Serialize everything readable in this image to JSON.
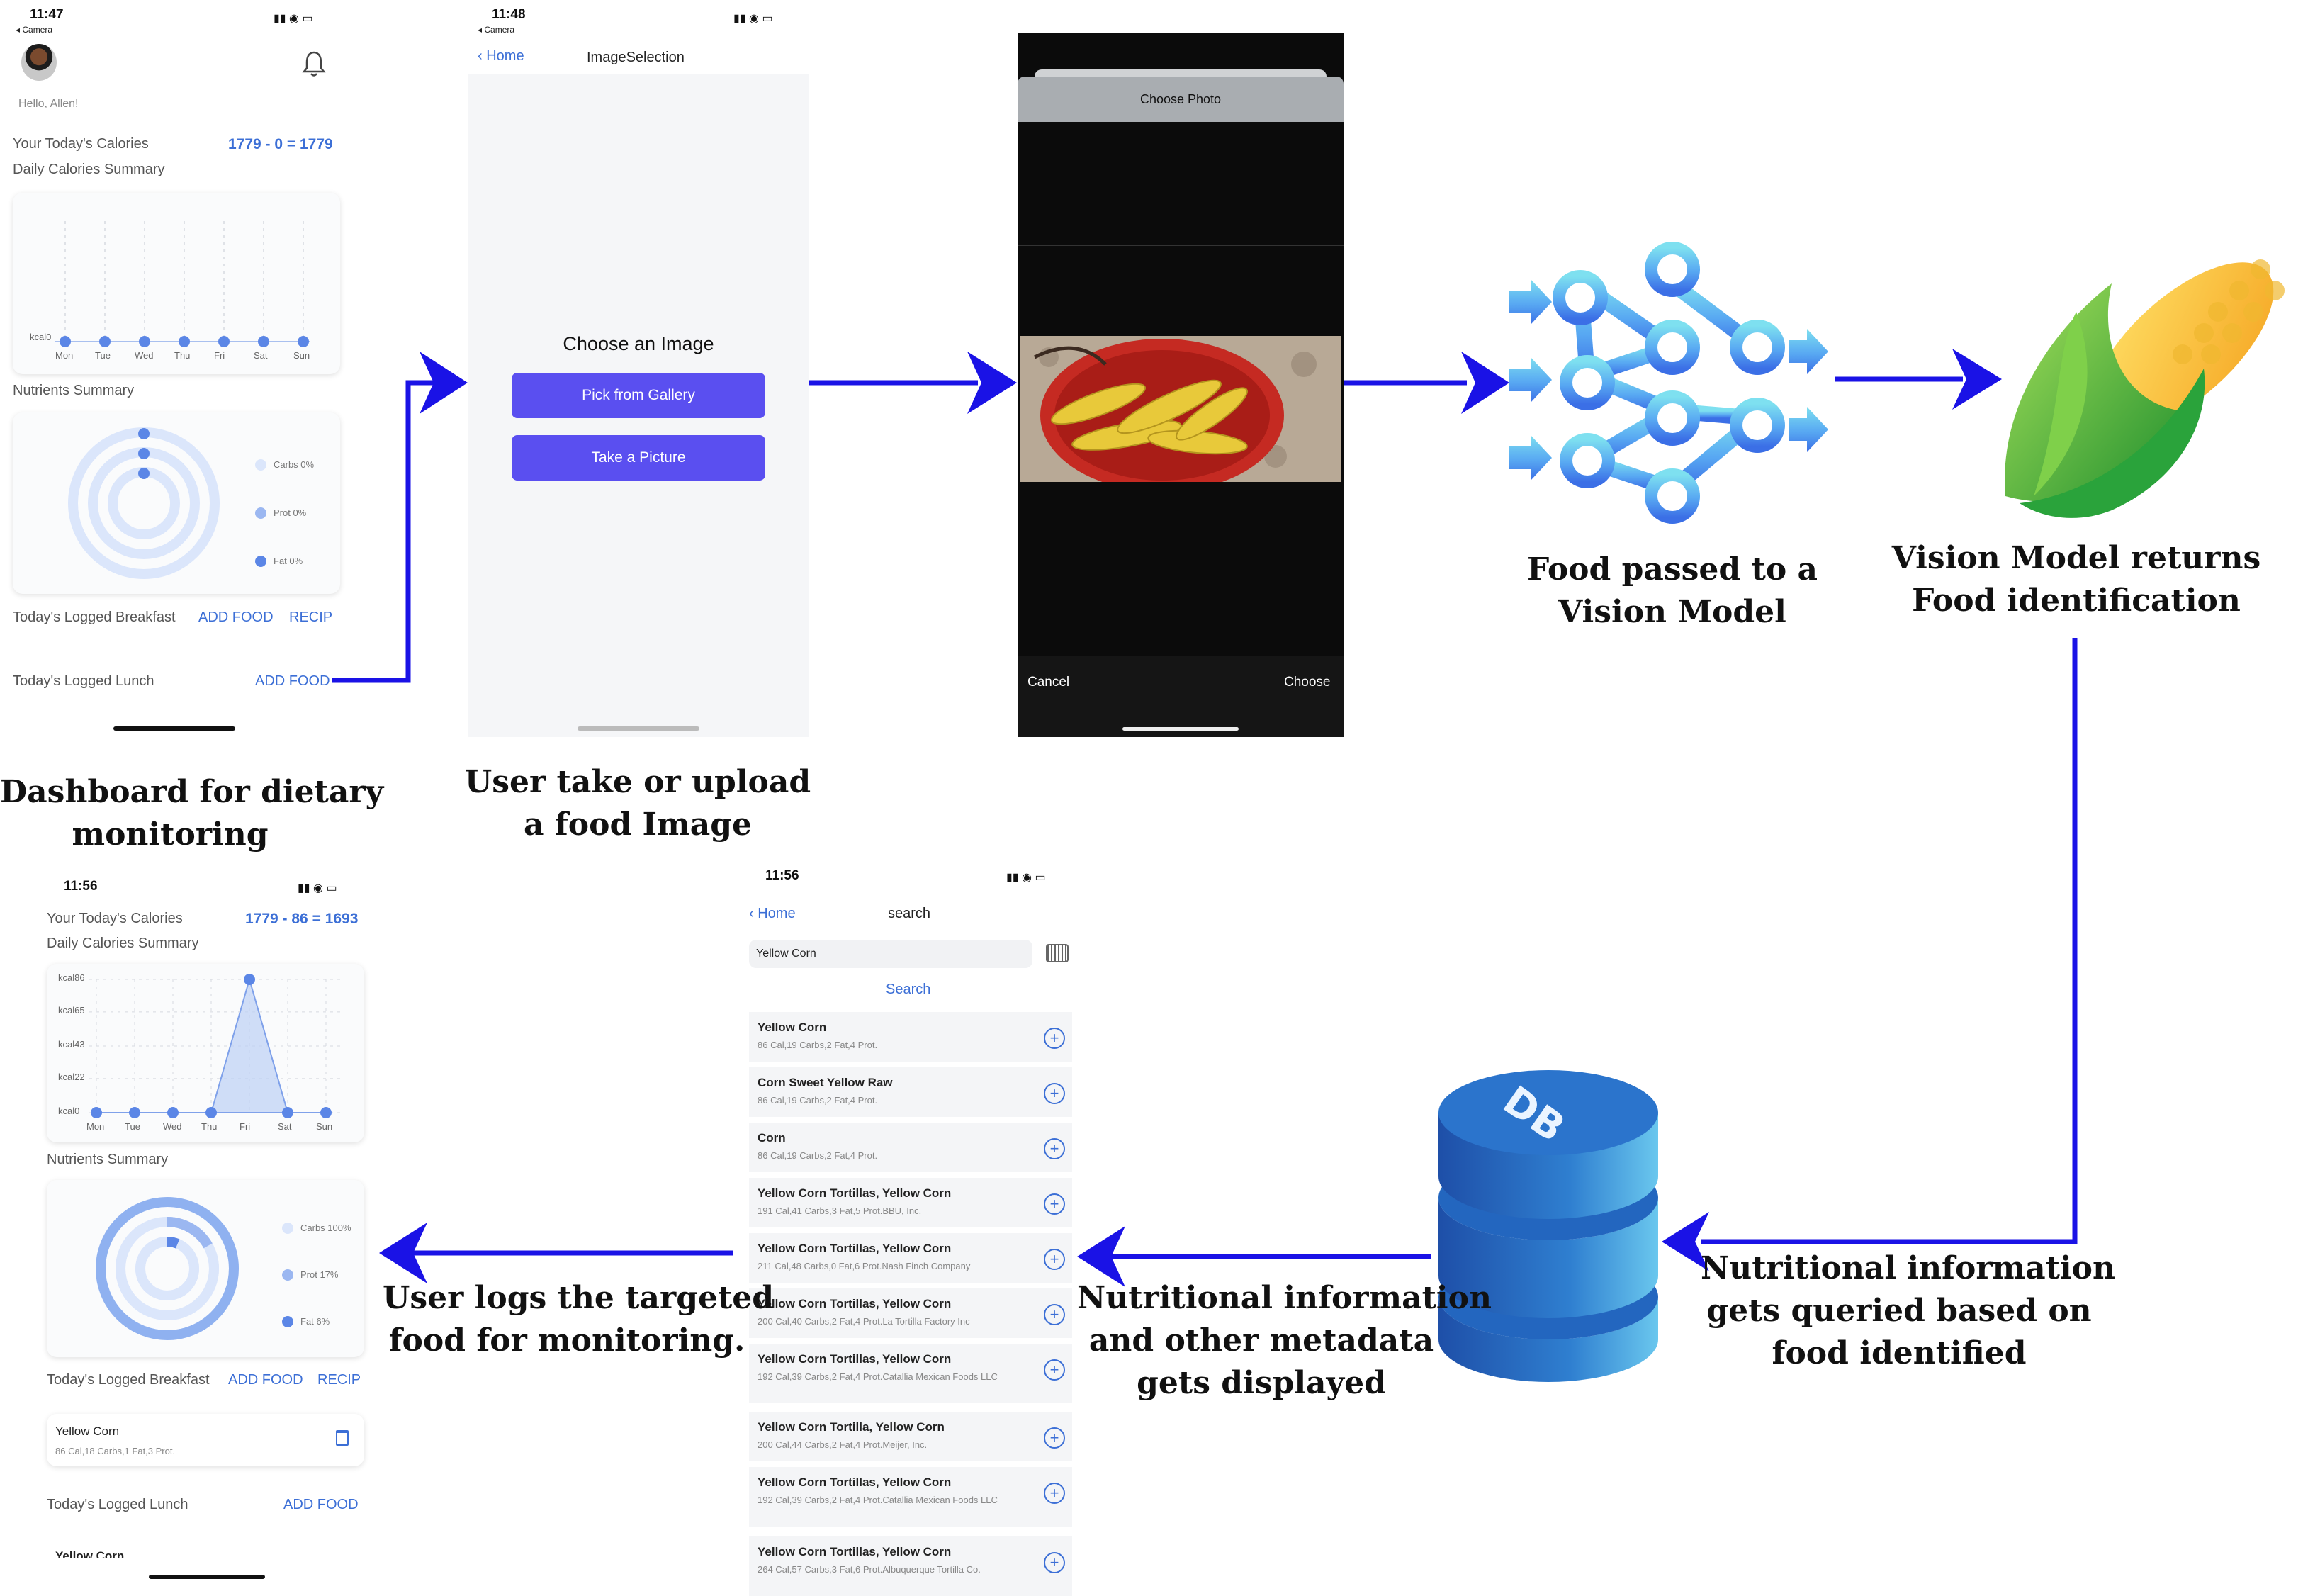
{
  "colors": {
    "arrow": "#1a12e6",
    "accent": "#3c6fd6",
    "button": "#5a4ff0",
    "ring": "#8fb1f0"
  },
  "captions": {
    "dashboard": [
      "Dashboard for dietary",
      "monitoring"
    ],
    "upload": [
      "User take or upload",
      "a food Image"
    ],
    "vision_model": [
      "Food passed to a",
      "Vision Model"
    ],
    "vision_returns": [
      "Vision Model returns",
      "Food identification"
    ],
    "queried": [
      "Nutritional information",
      "gets queried based on",
      "food identified"
    ],
    "displayed": [
      "Nutritional information",
      "and other metadata",
      "gets displayed"
    ],
    "logs": [
      "User logs the targeted",
      "food for monitoring."
    ]
  },
  "dashboard1": {
    "time": "11:47",
    "back": "◂ Camera",
    "bell_icon": "bell-icon",
    "greeting": "Hello, Allen!",
    "calories_label": "Your Today's Calories",
    "calories_value": "1779 - 0 = 1779",
    "summary_label": "Daily Calories Summary",
    "y_tick": "kcal0",
    "days": [
      "Mon",
      "Tue",
      "Wed",
      "Thu",
      "Fri",
      "Sat",
      "Sun"
    ],
    "nutrients_label": "Nutrients Summary",
    "legend": [
      "Carbs 0%",
      "Prot 0%",
      "Fat 0%"
    ],
    "breakfast_label": "Today's Logged Breakfast",
    "add_food": "ADD FOOD",
    "recipe": "RECIP",
    "lunch_label": "Today's Logged Lunch"
  },
  "image_selection": {
    "time": "11:48",
    "back": "◂ Camera",
    "nav_back": "Home",
    "nav_title": "ImageSelection",
    "heading": "Choose an Image",
    "gallery_button": "Pick from Gallery",
    "camera_button": "Take a Picture"
  },
  "photo_picker": {
    "title": "Choose Photo",
    "cancel": "Cancel",
    "choose": "Choose"
  },
  "db_label": "DB",
  "search_screen": {
    "time": "11:56",
    "nav_back": "Home",
    "nav_title": "search",
    "query": "Yellow Corn",
    "search_button": "Search",
    "results": [
      {
        "title": "Yellow Corn",
        "sub": "86 Cal,19 Carbs,2 Fat,4 Prot."
      },
      {
        "title": "Corn Sweet Yellow Raw",
        "sub": "86 Cal,19 Carbs,2 Fat,4 Prot."
      },
      {
        "title": "Corn",
        "sub": "86 Cal,19 Carbs,2 Fat,4 Prot."
      },
      {
        "title": "Yellow Corn Tortillas, Yellow Corn",
        "sub": "191 Cal,41 Carbs,3 Fat,5 Prot.BBU, Inc."
      },
      {
        "title": "Yellow Corn Tortillas, Yellow Corn",
        "sub": "211 Cal,48 Carbs,0 Fat,6 Prot.Nash Finch Company"
      },
      {
        "title": "Yellow Corn Tortillas, Yellow Corn",
        "sub": "200 Cal,40 Carbs,2 Fat,4 Prot.La Tortilla Factory Inc"
      },
      {
        "title": "Yellow Corn Tortillas, Yellow Corn",
        "sub": "192 Cal,39 Carbs,2 Fat,4 Prot.Catallia Mexican Foods LLC"
      },
      {
        "title": "Yellow Corn Tortilla, Yellow Corn",
        "sub": "200 Cal,44 Carbs,2 Fat,4 Prot.Meijer, Inc."
      },
      {
        "title": "Yellow Corn Tortillas, Yellow Corn",
        "sub": "192 Cal,39 Carbs,2 Fat,4 Prot.Catallia Mexican Foods LLC"
      },
      {
        "title": "Yellow Corn Tortillas, Yellow Corn",
        "sub": "264 Cal,57 Carbs,3 Fat,6 Prot.Albuquerque Tortilla Co."
      }
    ]
  },
  "dashboard2": {
    "time": "11:56",
    "calories_label": "Your Today's Calories",
    "calories_value": "1779 - 86 = 1693",
    "summary_label": "Daily Calories Summary",
    "y_ticks": [
      "kcal86",
      "kcal65",
      "kcal43",
      "kcal22",
      "kcal0"
    ],
    "days": [
      "Mon",
      "Tue",
      "Wed",
      "Thu",
      "Fri",
      "Sat",
      "Sun"
    ],
    "values": [
      0,
      0,
      0,
      0,
      86,
      0,
      0
    ],
    "nutrients_label": "Nutrients Summary",
    "legend": [
      "Carbs 100%",
      "Prot 17%",
      "Fat 6%"
    ],
    "breakfast_label": "Today's Logged Breakfast",
    "add_food": "ADD FOOD",
    "recipe": "RECIP",
    "logged_item_title": "Yellow Corn",
    "logged_item_sub": "86 Cal,18 Carbs,1 Fat,3 Prot.",
    "lunch_label": "Today's Logged Lunch",
    "lunch_item_title": "Yellow Corn"
  }
}
